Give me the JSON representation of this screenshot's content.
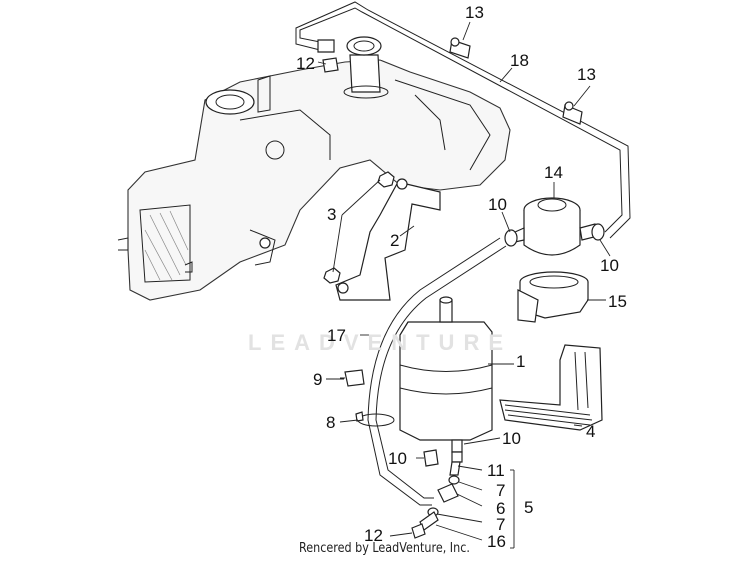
{
  "watermark": "LEADVENTURE",
  "credit": "Rencered by LeadVenture, Inc.",
  "callouts": {
    "c1": "1",
    "c2": "2",
    "c3": "3",
    "c4": "4",
    "c5": "5",
    "c6": "6",
    "c7a": "7",
    "c7b": "7",
    "c8": "8",
    "c9": "9",
    "c10a": "10",
    "c10b": "10",
    "c10c": "10",
    "c10d": "10",
    "c11": "11",
    "c12a": "12",
    "c12b": "12",
    "c13a": "13",
    "c13b": "13",
    "c14": "14",
    "c15": "15",
    "c16": "16",
    "c17": "17",
    "c18": "18"
  }
}
